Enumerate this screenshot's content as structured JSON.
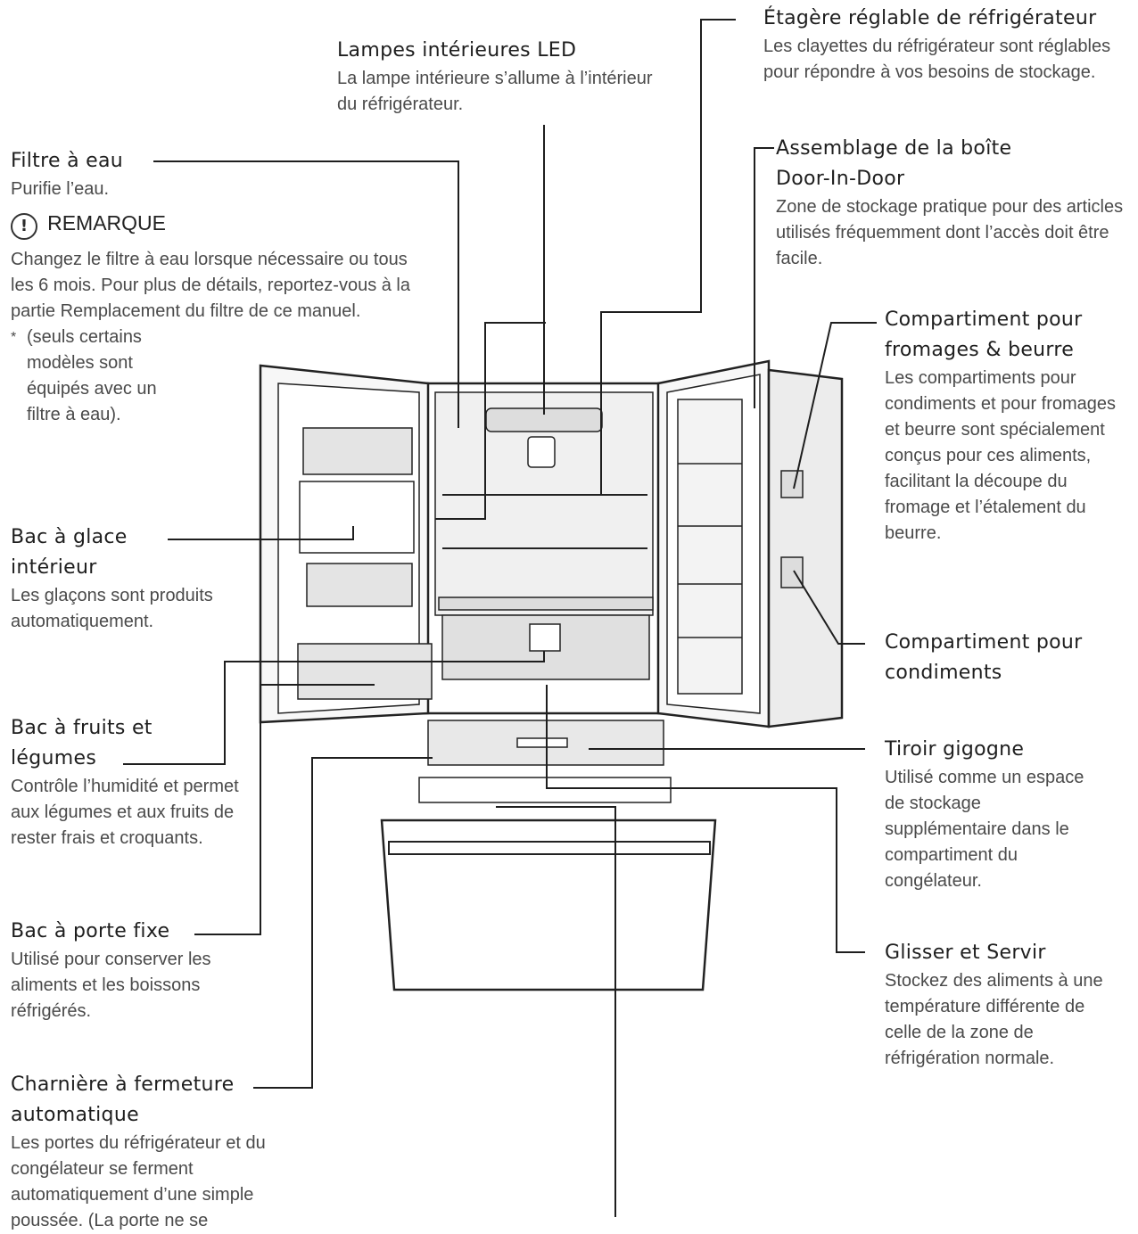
{
  "labels": {
    "led": {
      "title": "Lampes intérieures LED",
      "desc": "La lampe intérieure s’allume à l’intérieur du réfrigérateur."
    },
    "shelf": {
      "title": "Étagère réglable de réfrigérateur",
      "desc": "Les clayettes du réfrigérateur sont réglables pour répondre à vos besoins de stockage."
    },
    "water_filter": {
      "title": "Filtre à eau",
      "desc": "Purifie l’eau."
    },
    "note": {
      "heading": "REMARQUE",
      "icon": "!",
      "text": "Changez le filtre à eau lorsque nécessaire ou tous les 6 mois. Pour plus de détails, reportez-vous à la partie Remplacement du filtre de ce manuel.",
      "asterisk": "*",
      "footnote": "(seuls certains modèles sont équipés avec un filtre à eau)."
    },
    "door_in_door": {
      "title_1": "Assemblage de la boîte",
      "title_2": "Door-In-Door",
      "desc": "Zone de stockage pratique pour des articles utilisés fréquemment dont l’accès doit être facile."
    },
    "cheese": {
      "title_1": "Compartiment pour",
      "title_2": "fromages & beurre",
      "desc": "Les compartiments pour condiments et pour fromages et beurre sont spécialement conçus pour ces aliments, facilitant la découpe du fromage et l’étalement du beurre."
    },
    "ice_bin": {
      "title_1": "Bac à glace",
      "title_2": "intérieur",
      "desc": "Les glaçons sont produits automatiquement."
    },
    "condiments": {
      "title_1": "Compartiment pour",
      "title_2": "condiments"
    },
    "crisper": {
      "title_1": "Bac à fruits et",
      "title_2": "légumes",
      "desc": "Contrôle l’humidité et permet aux légumes et aux fruits de rester frais et croquants."
    },
    "drawer": {
      "title": "Tiroir gigogne",
      "desc": "Utilisé comme un espace de stockage supplémentaire dans le compartiment du congélateur."
    },
    "door_bin": {
      "title": "Bac à porte fixe",
      "desc": "Utilisé pour conserver les aliments et les boissons réfrigérés."
    },
    "glide": {
      "title": "Glisser et Servir",
      "desc": "Stockez des aliments à une température différente de celle de la zone de réfrigération normale."
    },
    "hinge": {
      "title_1": "Charnière à fermeture",
      "title_2": "automatique",
      "desc": "Les portes du réfrigérateur et du congélateur se ferment automatiquement d’une simple poussée. (La porte ne se"
    }
  },
  "colors": {
    "line": "#1e1e1e",
    "fill": "#e6e6e6",
    "text": "#4a4a4a"
  }
}
